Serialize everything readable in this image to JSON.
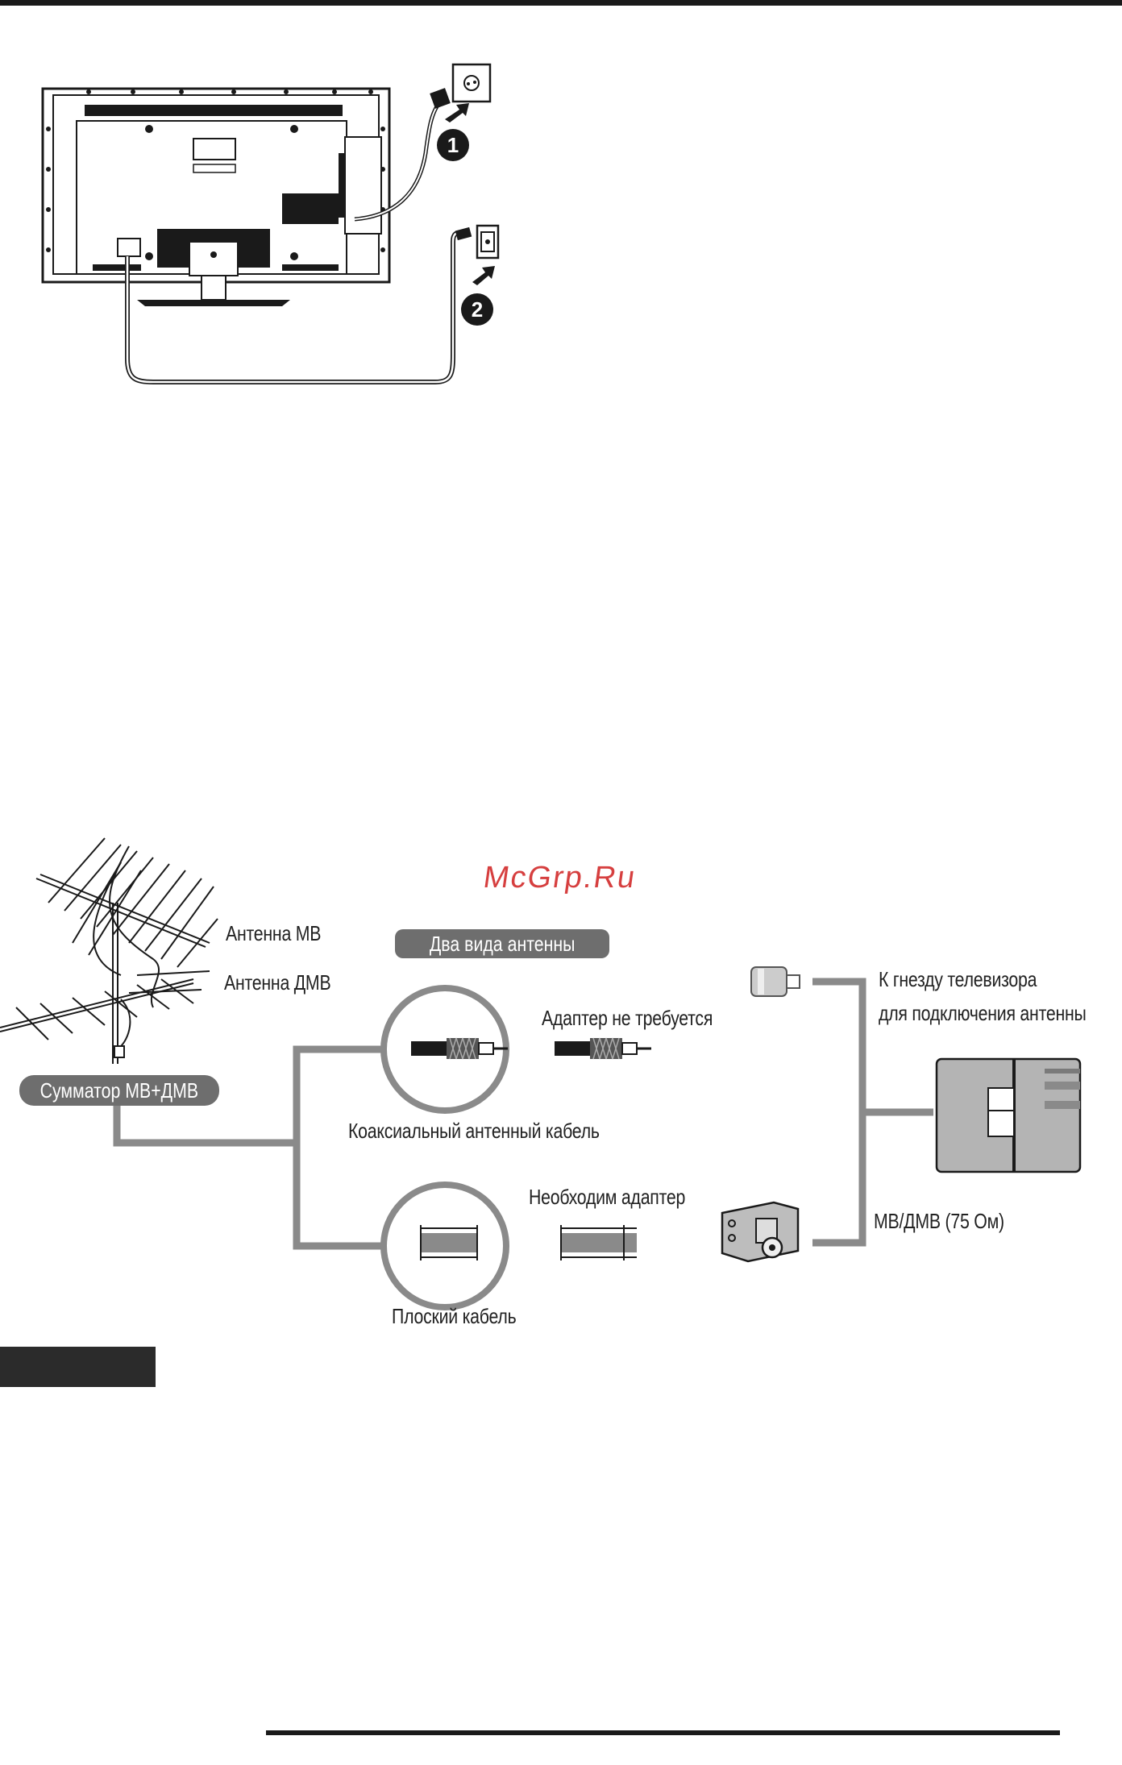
{
  "watermark": "McGrp.Ru",
  "labels": {
    "antenna_mv": "Антенна МВ",
    "antenna_dmv": "Антенна ДМВ",
    "two_types": "Два вида антенны",
    "combiner": "Сумматор МВ+ДМВ",
    "adapter_not_required": "Адаптер не требуется",
    "coax_cable": "Коаксиальный антенный кабель",
    "adapter_required": "Необходим адаптер",
    "flat_cable": "Плоский кабель",
    "tv_socket_1": "К гнезду телевизора",
    "tv_socket_2": "для подключения антенны",
    "mv_dmv_75": "МВ/ДМВ (75 Ом)"
  },
  "steps": [
    "1",
    "2"
  ],
  "colors": {
    "line_gray": "#8a8a8a",
    "dark": "#1a1a1a",
    "pill_bg": "#6e6e6e",
    "panel_gray": "#b4b4b4",
    "watermark_red": "#d32f2f"
  }
}
